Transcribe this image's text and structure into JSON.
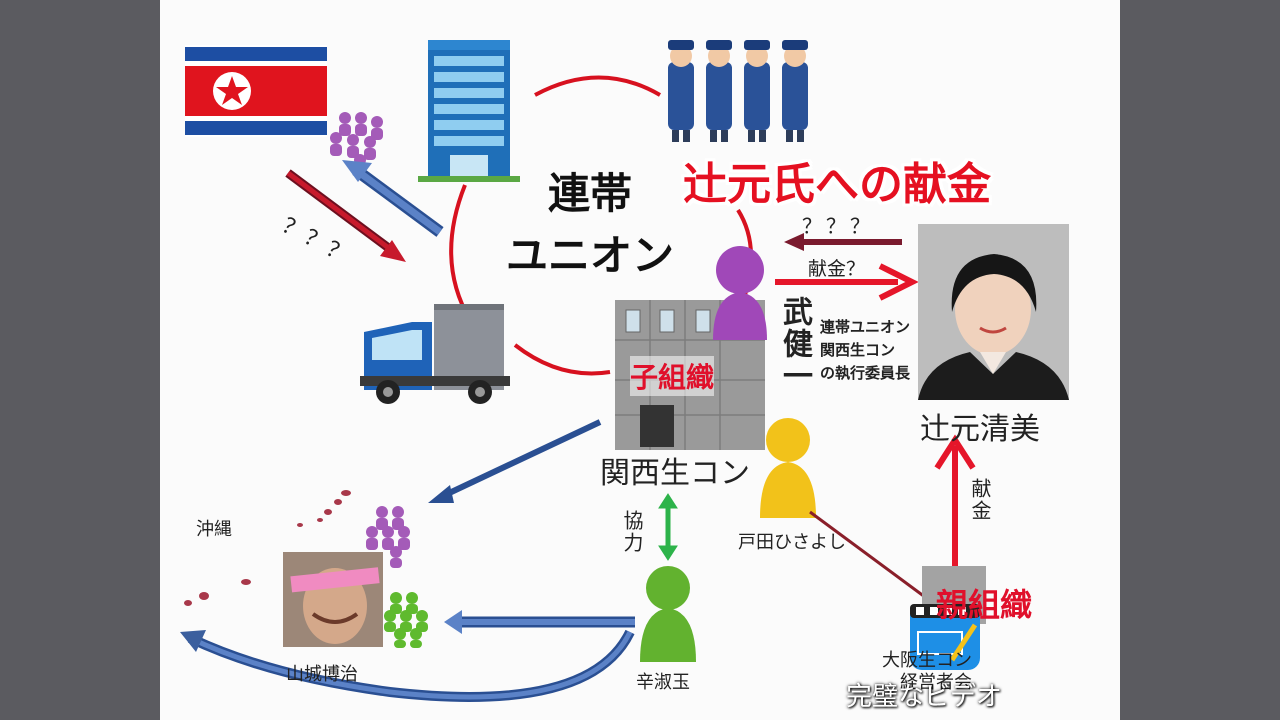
{
  "diagram": {
    "headline": "辻元氏への献金",
    "org_top_line1": "連帯",
    "org_top_line2": "ユニオン",
    "child_org": "子組織",
    "parent_org": "親組織",
    "kansai_label": "関西生コン",
    "takeken": "武健一",
    "role_line1": "連帯ユニオン",
    "role_line2": "関西生コン",
    "role_line3": "の執行委員長",
    "tsujimoto": "辻元清美",
    "qqq_top": "？？？",
    "donation_q": "献金？",
    "donation_vert": "献金",
    "qqq_left": "？？？",
    "cooperation": "協力",
    "toda": "戸田ひさよし",
    "okinawa": "沖縄",
    "yamashiro": "山城博治",
    "shin": "辛淑玉",
    "osaka_line1": "大阪生コン",
    "osaka_line2": "経営者会"
  },
  "watermark": {
    "text": "完璧なビデオ",
    "icon": "video-editor-app-icon"
  },
  "colors": {
    "accent_red": "#e51021",
    "arrow_blue": "#3b5f9e",
    "arrow_maroon": "#7a1a2e",
    "green": "#2db34a"
  }
}
